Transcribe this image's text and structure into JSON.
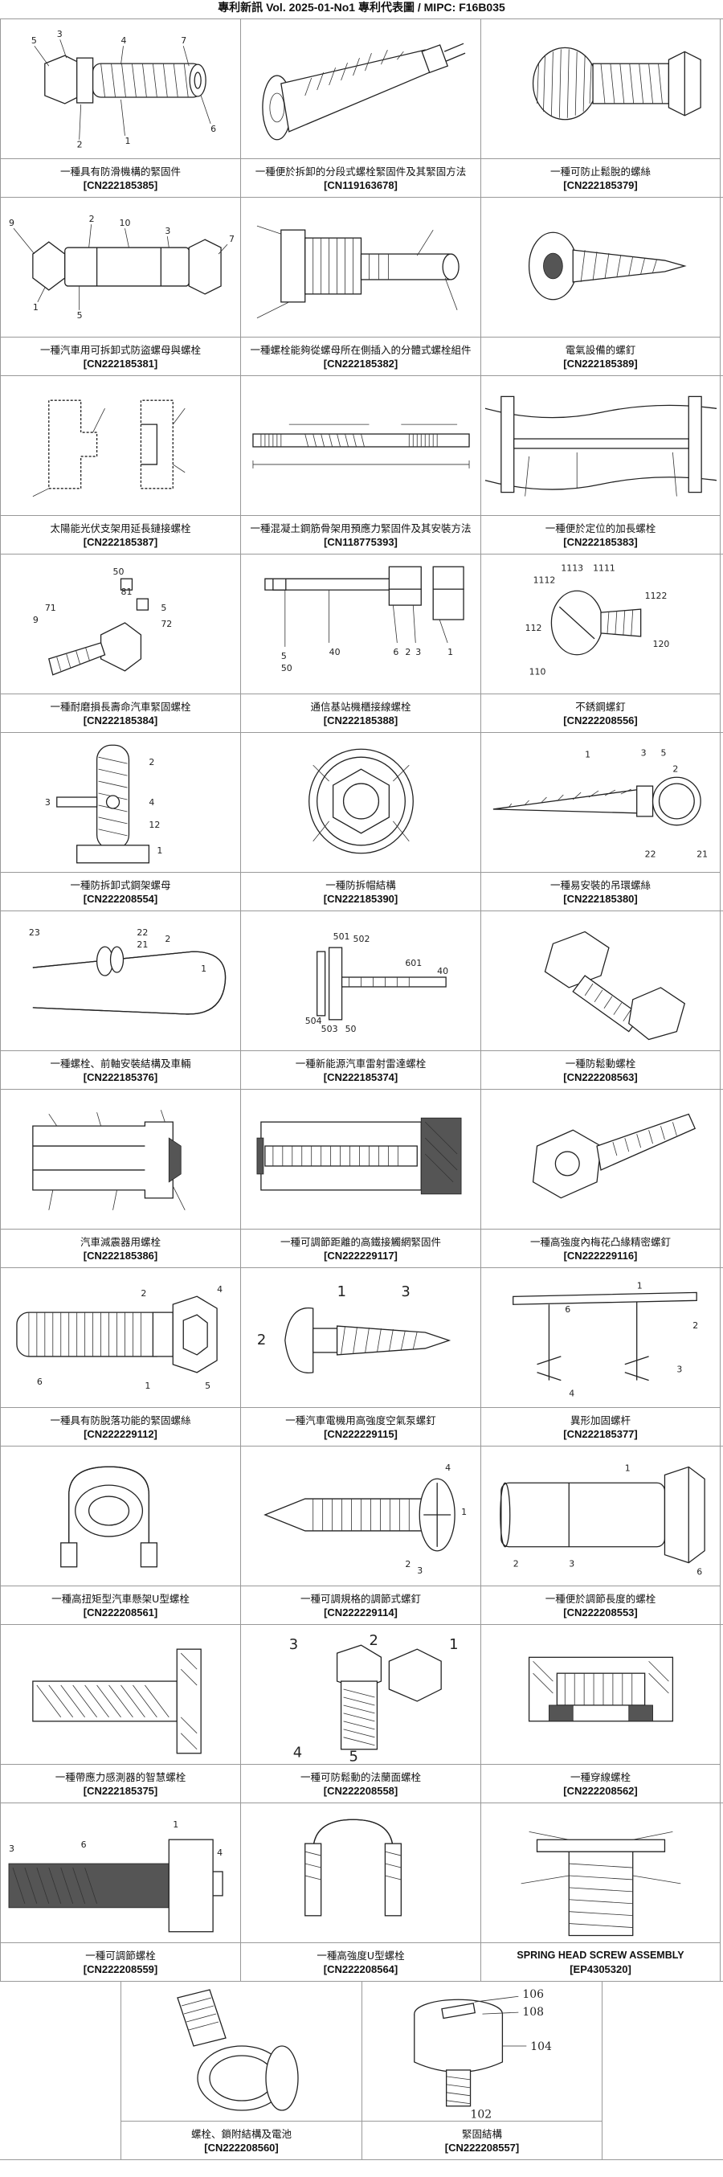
{
  "header": {
    "title": "專利新訊  Vol. 2025-01-No1  專利代表圖  /  MIPC:  F16B035"
  },
  "cells": [
    {
      "title": "一種具有防滑機構的緊固件",
      "number": "[CN222185385]",
      "icon": "threaded-stud-with-collar"
    },
    {
      "title": "一種便於拆卸的分段式螺栓緊固件及其緊固方法",
      "number": "[CN119163678]",
      "icon": "segmented-bolt"
    },
    {
      "title": "一種可防止鬆脫的螺絲",
      "number": "[CN222185379]",
      "icon": "knurled-head-screw"
    },
    {
      "title": "一種汽車用可拆卸式防盜螺母與螺栓",
      "number": "[CN222185381]",
      "icon": "hex-bolt-with-nut"
    },
    {
      "title": "一種螺栓能夠從螺母所在側插入的分體式螺栓組件",
      "number": "[CN222185382]",
      "icon": "split-bolt-assembly"
    },
    {
      "title": "電氣設備的螺釘",
      "number": "[CN222185389]",
      "icon": "wood-screw-with-washer"
    },
    {
      "title": "太陽能光伏支架用延長鏈接螺栓",
      "number": "[CN222185387]",
      "icon": "bracket-section-drawing"
    },
    {
      "title": "一種混凝土鋼筋骨架用預應力緊固件及其安裝方法",
      "number": "[CN118775393]",
      "icon": "prestressed-rod-drawing"
    },
    {
      "title": "一種便於定位的加長螺栓",
      "number": "[CN222185383]",
      "icon": "long-bolt-section"
    },
    {
      "title": "一種耐磨損長壽命汽車緊固螺栓",
      "number": "[CN222185384]",
      "icon": "hex-head-bolt-exploded"
    },
    {
      "title": "通信基站機櫃接線螺栓",
      "number": "[CN222185388]",
      "icon": "terminal-bolt-exploded"
    },
    {
      "title": "不銹鋼螺釘",
      "number": "[CN222208556]",
      "icon": "slotted-screw"
    },
    {
      "title": "一種防拆卸式鋼架螺母",
      "number": "[CN222208554]",
      "icon": "rebar-nut"
    },
    {
      "title": "一種防拆帽結構",
      "number": "[CN222185390]",
      "icon": "anti-removal-cap"
    },
    {
      "title": "一種易安裝的吊環螺絲",
      "number": "[CN222185380]",
      "icon": "eye-screw"
    },
    {
      "title": "一種螺栓、前軸安裝結構及車輛",
      "number": "[CN222185376]",
      "icon": "u-bolt"
    },
    {
      "title": "一種新能源汽車雷射雷達螺栓",
      "number": "[CN222185374]",
      "icon": "lidar-bolt"
    },
    {
      "title": "一種防鬆動螺栓",
      "number": "[CN222208563]",
      "icon": "anti-loosening-bolt"
    },
    {
      "title": "汽車減震器用螺栓",
      "number": "[CN222185386]",
      "icon": "shock-absorber-bolt-section"
    },
    {
      "title": "一種可調節距離的高鐵接觸網緊固件",
      "number": "[CN222229117]",
      "icon": "rail-fastener-section"
    },
    {
      "title": "一種高強度內梅花凸緣精密螺釘",
      "number": "[CN222229116]",
      "icon": "flange-screw"
    },
    {
      "title": "一種具有防脫落功能的緊固螺絲",
      "number": "[CN222229112]",
      "icon": "threaded-bolt-with-hex"
    },
    {
      "title": "一種汽車電機用高強度空氣泵螺釘",
      "number": "[CN222229115]",
      "icon": "tapping-screw"
    },
    {
      "title": "異形加固螺杆",
      "number": "[CN222185377]",
      "icon": "special-shaped-rod"
    },
    {
      "title": "一種高扭矩型汽車懸架U型螺栓",
      "number": "[CN222208561]",
      "icon": "suspension-u-bolt"
    },
    {
      "title": "一種可調規格的調節式螺釘",
      "number": "[CN222229114]",
      "icon": "adjustable-screw"
    },
    {
      "title": "一種便於調節長度的螺栓",
      "number": "[CN222208553]",
      "icon": "cylindrical-bolt"
    },
    {
      "title": "一種帶應力感測器的智慧螺栓",
      "number": "[CN222185375]",
      "icon": "smart-bolt-section"
    },
    {
      "title": "一種可防鬆動的法蘭面螺栓",
      "number": "[CN222208558]",
      "icon": "flange-bolt"
    },
    {
      "title": "一種穿線螺栓",
      "number": "[CN222208562]",
      "icon": "threading-bolt-section"
    },
    {
      "title": "一種可調節螺栓",
      "number": "[CN222208559]",
      "icon": "adjustable-bolt"
    },
    {
      "title": "一種高強度U型螺栓",
      "number": "[CN222208564]",
      "icon": "high-strength-u-bolt"
    },
    {
      "title": "SPRING HEAD SCREW ASSEMBLY",
      "number": "[EP4305320]",
      "icon": "spring-head-drawing"
    },
    {
      "title": "螺栓、鎖附結構及電池",
      "number": "[CN222208560]",
      "icon": "battery-lock-bolt"
    },
    {
      "title": "緊固結構",
      "number": "[CN222208557]",
      "icon": "fastening-structure"
    }
  ],
  "drawing_labels": {
    "c1": [
      "5",
      "3",
      "4",
      "7",
      "6",
      "1",
      "2"
    ],
    "c4": [
      "9",
      "2",
      "10",
      "3",
      "7",
      "1",
      "5"
    ],
    "c10": [
      "50",
      "81",
      "71",
      "9",
      "72",
      "5"
    ],
    "c11": [
      "5",
      "50",
      "40",
      "6",
      "2",
      "3",
      "1"
    ],
    "c12": [
      "1113",
      "1111",
      "1112",
      "1122",
      "112",
      "120",
      "110"
    ],
    "c13": [
      "2",
      "3",
      "4",
      "12",
      "1"
    ],
    "c15": [
      "1",
      "3",
      "5",
      "2",
      "21",
      "22"
    ],
    "c16": [
      "23",
      "22",
      "21",
      "2",
      "1"
    ],
    "c17": [
      "501",
      "502",
      "601",
      "40",
      "503",
      "504",
      "50"
    ],
    "c22": [
      "2",
      "4",
      "6",
      "1",
      "5"
    ],
    "c23": [
      "1",
      "3",
      "2"
    ],
    "c24": [
      "1",
      "6",
      "2",
      "4",
      "3"
    ],
    "c26": [
      "4",
      "1",
      "2",
      "3"
    ],
    "c27": [
      "1",
      "2",
      "3",
      "6"
    ],
    "c29": [
      "3",
      "2",
      "1",
      "5",
      "4"
    ],
    "c31": [
      "3",
      "6",
      "1",
      "4"
    ],
    "c35": [
      "106",
      "108",
      "104",
      "102"
    ]
  }
}
